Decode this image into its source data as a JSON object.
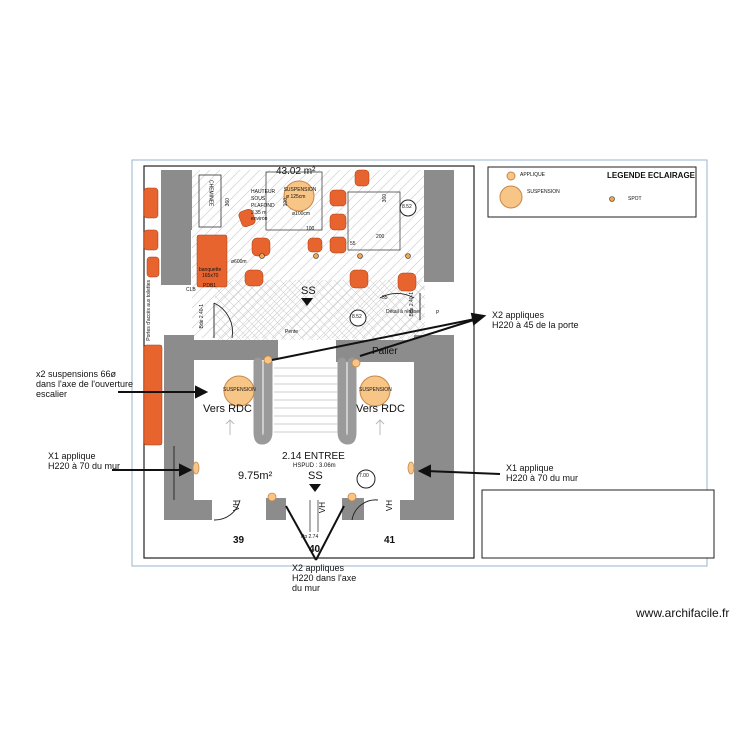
{
  "legend": {
    "title": "LEGENDE ECLAIRAGE",
    "items": {
      "applique": "APPLIQUE",
      "suspension": "SUSPENSION",
      "spot": "SPOT"
    }
  },
  "upper_room": {
    "area": "43.02 m²",
    "ceiling": [
      "HAUTEUR",
      "SOUS",
      "PLAFOND",
      "3.35 m",
      "environ"
    ],
    "suspension_label": "SUSPENSION",
    "suspension_size": "ø 125cm",
    "table_size": "ø100cm",
    "table2_size": "ø600m",
    "dims": [
      "360",
      "100",
      "100",
      "200",
      "55",
      "55",
      "360"
    ],
    "banquette": [
      "banquette",
      "165x70"
    ],
    "stairs_marker": "SS",
    "cheminee": "CHEMINEE",
    "badge1": "8.52",
    "badge2": "8.52",
    "tag_clb": "CLB",
    "tag_pdb1": "PDB1",
    "tag_p": "P",
    "tag_small": [
      "Bde 2.40-1"
    ],
    "tag_right": [
      "Bde 2.40-1"
    ],
    "note_center": "Détail à réaliser",
    "pente": "Pente"
  },
  "stair_area": {
    "vers_left": "Vers RDC",
    "vers_right": "Vers RDC",
    "suspension_left": "SUSPENSION",
    "suspension_right": "SUSPENSION",
    "palier": "Palier"
  },
  "entrance": {
    "name": "2.14 ENTREE",
    "hsp": "HSPUD : 3.06m",
    "area": "9.75m²",
    "marker": "SS",
    "badge": "7.00",
    "bays": [
      "VH",
      "VH",
      "VH"
    ],
    "door_numbers": [
      "39",
      "40",
      "41"
    ],
    "door_note": "Pp 2.74"
  },
  "left_sidebar_note": "Portes d'accès aux toilettes",
  "annotations": {
    "suspensions": [
      "x2 suspensions 66ø",
      "dans l'axe de l'ouverture",
      "escalier"
    ],
    "applique_left": [
      "X1 applique",
      "H220 à 70 du mur"
    ],
    "applique_right": [
      "X1 applique",
      "H220 à 70 du mur"
    ],
    "appliques_porte": [
      "X2 appliques",
      "H220 à 45 de la porte"
    ],
    "appliques_bottom": [
      "X2 appliques",
      "H220 dans l'axe",
      "du mur"
    ]
  },
  "footer": {
    "watermark": "www.archifacile.fr"
  },
  "colors": {
    "wall": "#8c8c8c",
    "furniture": "#e8642e",
    "lamp_fill": "#f7c586",
    "lamp_stroke": "#c8874b",
    "frame_blue": "#9ab4d2"
  }
}
